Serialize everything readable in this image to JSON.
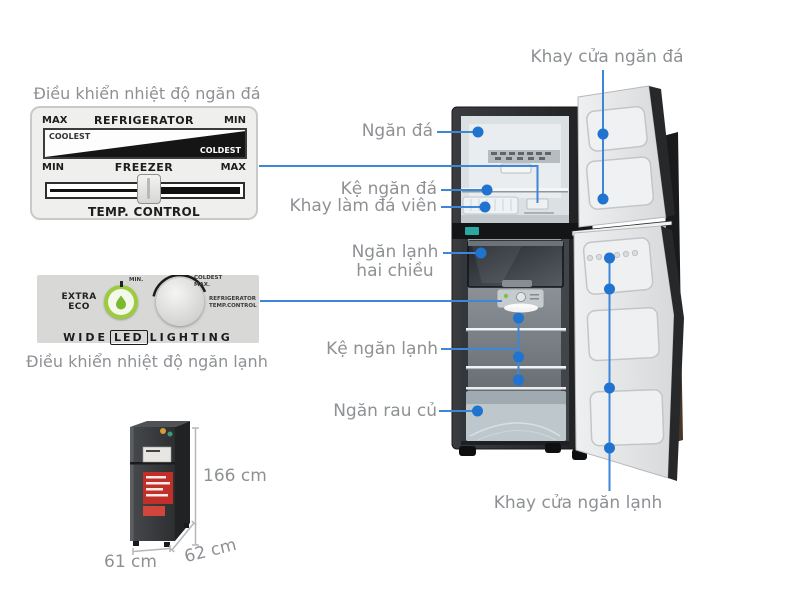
{
  "titles": {
    "freezer_temp_control": "Điều khiển nhiệt độ ngăn đá",
    "fridge_temp_control": "Điều khiển nhiệt độ ngăn lạnh"
  },
  "temp_panel": {
    "max_top": "MAX",
    "refrigerator": "REFRIGERATOR",
    "min_top": "MIN",
    "coolest": "COOLEST",
    "coldest": "COLDEST",
    "min_bottom": "MIN",
    "freezer": "FREEZER",
    "max_bottom": "MAX",
    "temp_control": "TEMP. CONTROL"
  },
  "led_panel": {
    "extra": "EXTRA",
    "eco": "ECO",
    "dial_min": "MIN.",
    "dial_coldest": "COLDEST",
    "dial_max": "MAX.",
    "dial_caption_line1": "REFRIGERATOR",
    "dial_caption_line2": "TEMP.CONTROL",
    "wide": "WIDE",
    "led": "LED",
    "lighting": "LIGHTING"
  },
  "callouts": {
    "freezer_door_tray": "Khay cửa ngăn đá",
    "freezer_compartment": "Ngăn đá",
    "freezer_shelf": "Kệ ngăn đá",
    "ice_cube_tray": "Khay làm đá viên",
    "two_way_line1": "Ngăn lạnh",
    "two_way_line2": "hai chiều",
    "fridge_shelf": "Kệ ngăn lạnh",
    "vegetable_drawer": "Ngăn rau củ",
    "fridge_door_tray": "Khay cửa ngăn lạnh"
  },
  "dimensions": {
    "height": "166 cm",
    "depth": "62 cm",
    "width": "61 cm"
  },
  "colors": {
    "leader_blue": "#3E86D8",
    "dot_blue": "#2173D0",
    "label_gray": "#8E9194",
    "eco_green": "#9CCB3B"
  }
}
